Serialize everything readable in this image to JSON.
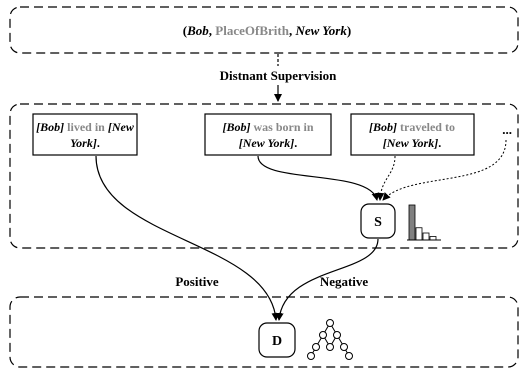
{
  "triple": {
    "open": "(",
    "subject": "Bob",
    "sep1": ", ",
    "relation": "PlaceOfBrith",
    "sep2": ", ",
    "object": "New York",
    "close": ")"
  },
  "distant_supervision_label": "Distnant Supervision",
  "sentences": [
    {
      "line1_a": "[Bob]",
      "line1_b": " lived in ",
      "line1_c": "[New",
      "line2_a": "York]",
      "line2_b": "."
    },
    {
      "line1_a": "[Bob]",
      "line1_b": " was born in",
      "line2_a": "[New York]",
      "line2_b": "."
    },
    {
      "line1_a": "[Bob]",
      "line1_b": " traveled to",
      "line2_a": "[New York]",
      "line2_b": "."
    }
  ],
  "ellipsis": "...",
  "selector_label": "S",
  "discriminator_label": "D",
  "positive_label": "Positive",
  "negative_label": "Negative",
  "histogram_values": [
    1.0,
    0.35,
    0.2,
    0.1
  ],
  "colors": {
    "histogram_main": "#808080",
    "relation_text": "#888888"
  },
  "icons": {
    "histogram": "bar-histogram-icon",
    "tree": "tree-network-icon"
  }
}
